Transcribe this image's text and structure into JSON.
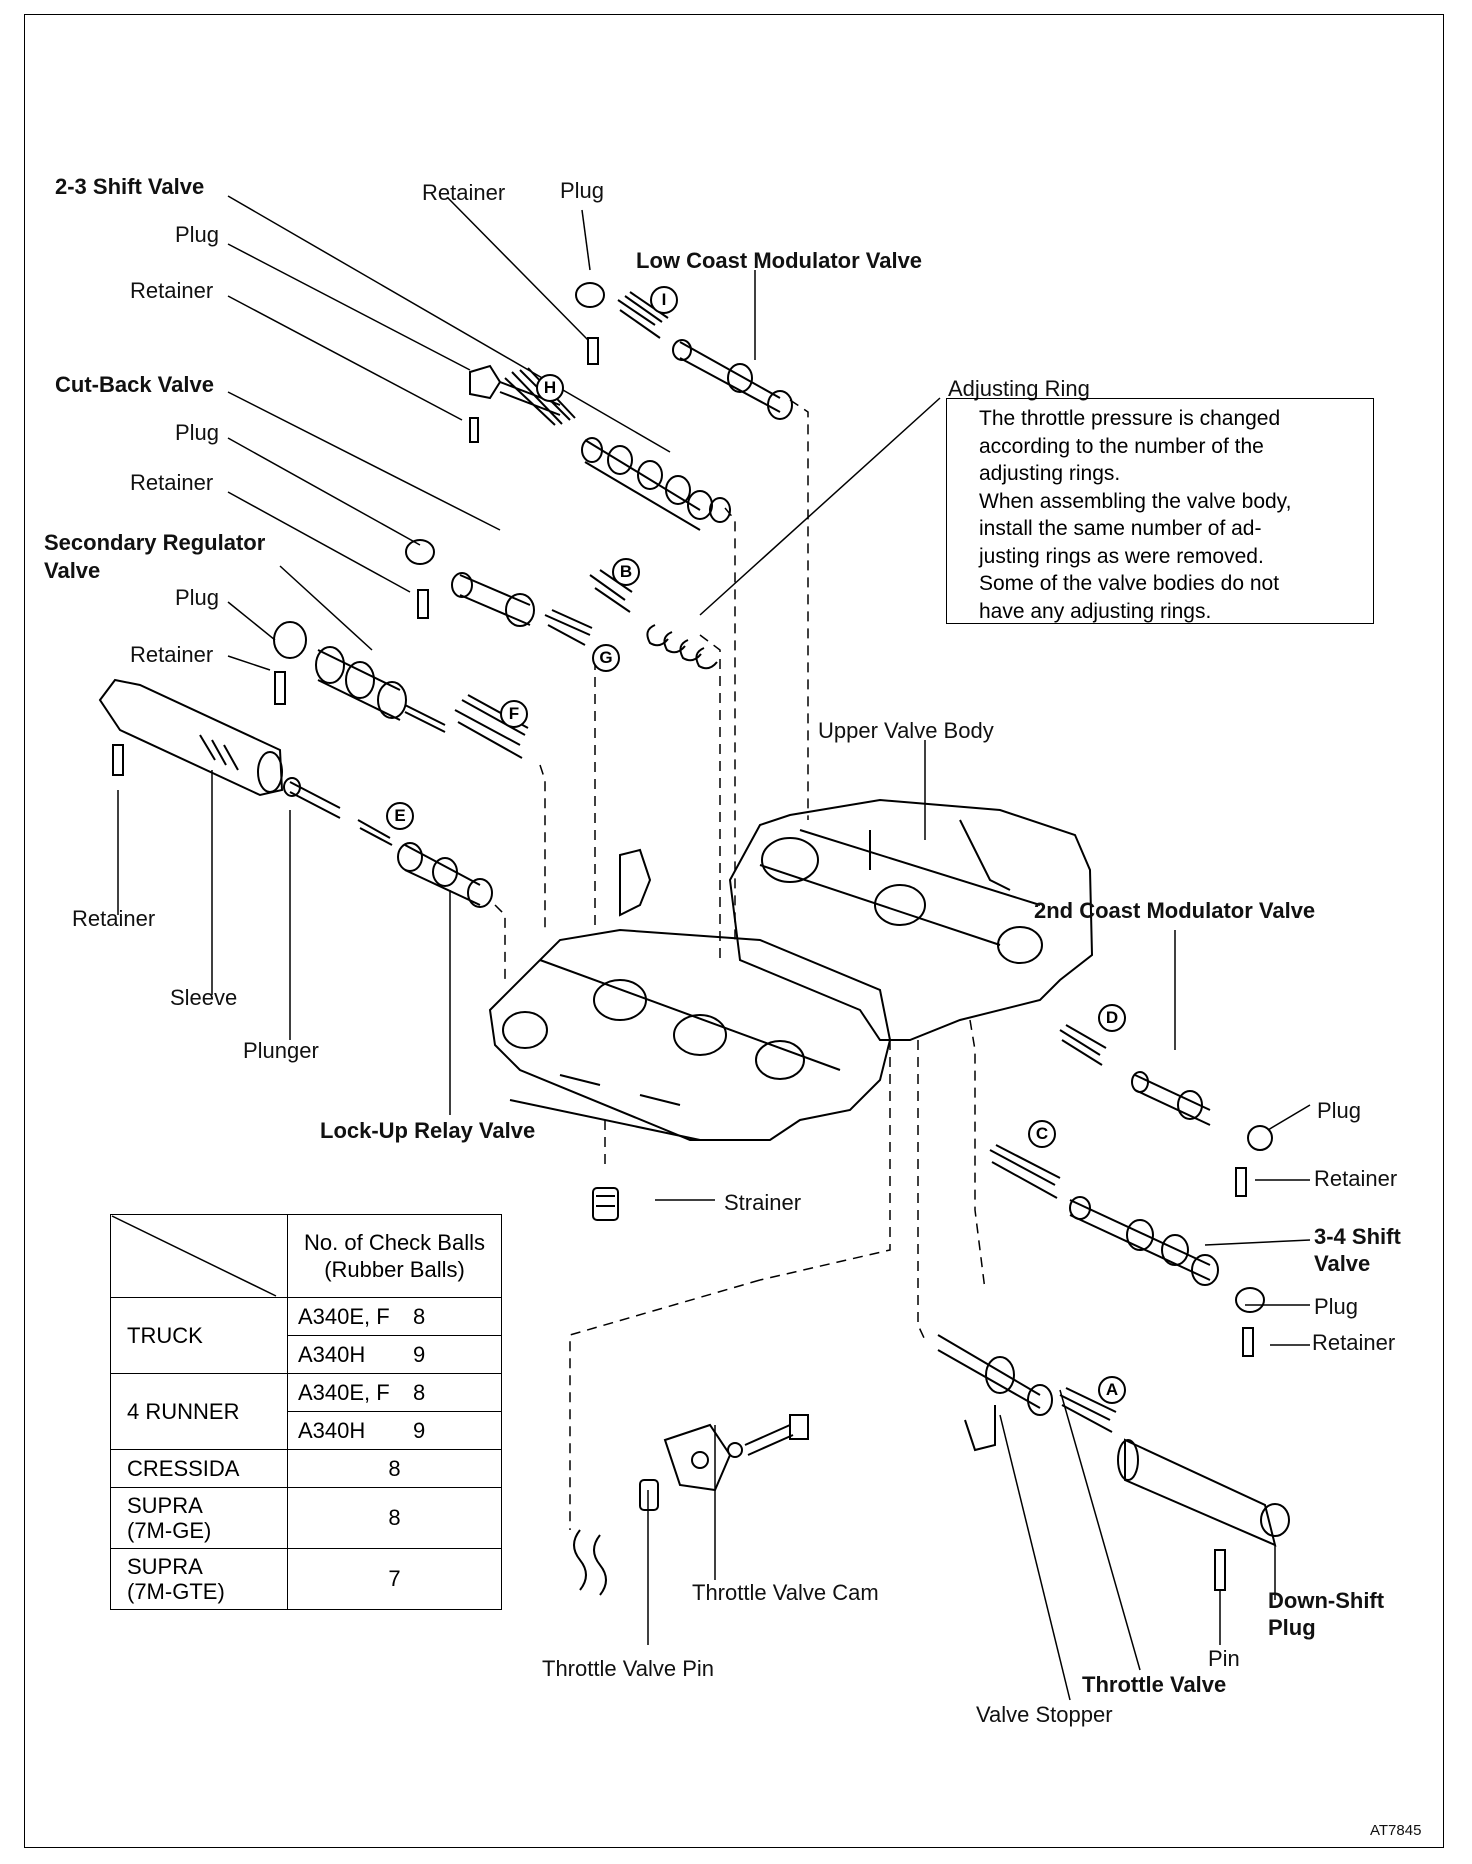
{
  "note": {
    "title": "Adjusting Ring",
    "lines": [
      "The throttle pressure is changed",
      "according to the number of the",
      "adjusting rings.",
      "When assembling the valve body,",
      "install the same number of ad-",
      "justing rings as were removed.",
      "Some of the valve bodies do not",
      "have any adjusting rings."
    ]
  },
  "labels": {
    "shift_valve_23": "2-3 Shift Valve",
    "retainer": "Retainer",
    "plug": "Plug",
    "low_coast_modulator_valve": "Low Coast Modulator Valve",
    "cut_back_valve": "Cut-Back Valve",
    "secondary_regulator_valve_1": "Secondary Regulator",
    "secondary_regulator_valve_2": "Valve",
    "upper_valve_body": "Upper Valve Body",
    "second_coast_modulator_valve": "2nd Coast Modulator Valve",
    "sleeve": "Sleeve",
    "plunger": "Plunger",
    "lock_up_relay_valve": "Lock-Up Relay Valve",
    "strainer": "Strainer",
    "shift_valve_34_1": "3-4 Shift",
    "shift_valve_34_2": "Valve",
    "throttle_valve_cam": "Throttle Valve Cam",
    "throttle_valve_pin": "Throttle Valve Pin",
    "down_shift_plug_1": "Down-Shift",
    "down_shift_plug_2": "Plug",
    "pin": "Pin",
    "throttle_valve": "Throttle Valve",
    "valve_stopper": "Valve Stopper",
    "figure_code": "AT7845"
  },
  "springs": [
    "A",
    "B",
    "C",
    "D",
    "E",
    "F",
    "G",
    "H",
    "I"
  ],
  "check_balls_table": {
    "header_line1": "No. of Check Balls",
    "header_line2": "(Rubber Balls)",
    "rows": [
      {
        "vehicle": "TRUCK",
        "models": [
          {
            "model": "A340E, F",
            "count": "8"
          },
          {
            "model": "A340H",
            "count": "9"
          }
        ]
      },
      {
        "vehicle": "4 RUNNER",
        "models": [
          {
            "model": "A340E, F",
            "count": "8"
          },
          {
            "model": "A340H",
            "count": "9"
          }
        ]
      },
      {
        "vehicle": "CRESSIDA",
        "count": "8"
      },
      {
        "vehicle_line1": "SUPRA",
        "vehicle_line2": "(7M-GE)",
        "count": "8"
      },
      {
        "vehicle_line1": "SUPRA",
        "vehicle_line2": "(7M-GTE)",
        "count": "7"
      }
    ]
  }
}
